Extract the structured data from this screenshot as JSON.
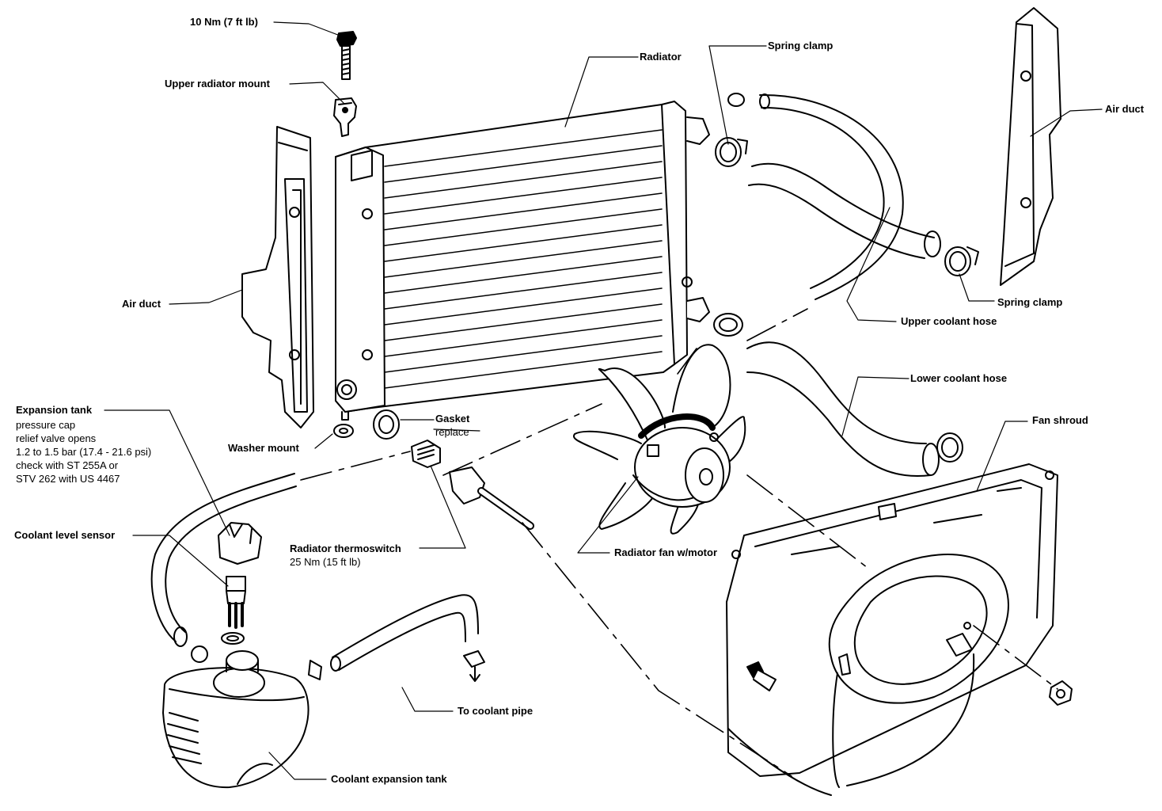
{
  "labels": {
    "torque_bolt": "10 Nm (7 ft lb)",
    "upper_radiator_mount": "Upper radiator mount",
    "radiator": "Radiator",
    "spring_clamp_top": "Spring clamp",
    "air_duct_right": "Air duct",
    "air_duct_left": "Air duct",
    "spring_clamp_right": "Spring clamp",
    "upper_coolant_hose": "Upper coolant hose",
    "lower_coolant_hose": "Lower coolant hose",
    "fan_shroud": "Fan shroud",
    "gasket": "Gasket",
    "gasket_note": "replace",
    "washer_mount": "Washer mount",
    "expansion_tank": "Expansion tank",
    "expansion_tank_notes": [
      "pressure cap",
      "relief valve opens",
      "1.2 to 1.5 bar (17.4 - 21.6 psi)",
      "check with ST 255A or",
      "STV 262 with US 4467"
    ],
    "coolant_level_sensor": "Coolant level sensor",
    "radiator_thermoswitch": "Radiator thermoswitch",
    "thermoswitch_torque": "25 Nm (15 ft lb)",
    "radiator_fan": "Radiator fan w/motor",
    "to_coolant_pipe": "To coolant pipe",
    "coolant_expansion_tank": "Coolant expansion tank"
  }
}
